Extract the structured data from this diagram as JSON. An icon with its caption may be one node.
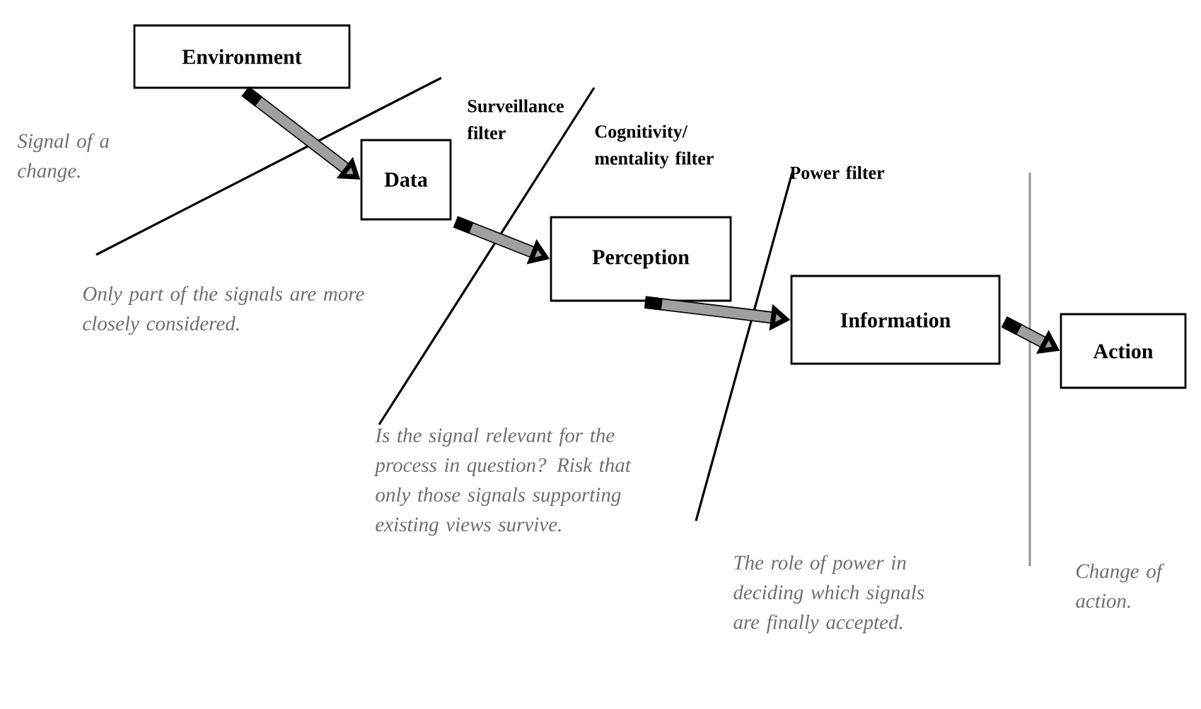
{
  "diagram": {
    "nodes": [
      {
        "text": [
          "Environment"
        ]
      },
      {
        "text": [
          "Data"
        ]
      },
      {
        "text": [
          "Perception"
        ]
      },
      {
        "text": [
          "Information"
        ]
      },
      {
        "text": [
          "Action"
        ]
      }
    ],
    "edges": [
      {
        "from": 0,
        "to": 1,
        "arrow": "to"
      },
      {
        "from": 1,
        "to": 2,
        "arrow": "to"
      },
      {
        "from": 2,
        "to": 3,
        "arrow": "to"
      },
      {
        "from": 3,
        "to": 4,
        "arrow": "to"
      }
    ],
    "labels": [
      "Surveillance filter",
      "Signal of a change.",
      "Cognitivity/ mentality filter",
      "Power filter",
      "Only part of the signals are more closely considered.",
      "Is the signal relevant for the process in question? Risk that only those signals supporting existing views survive.",
      "The role of power in deciding which signals are finally accepted.",
      "Change of action."
    ]
  }
}
